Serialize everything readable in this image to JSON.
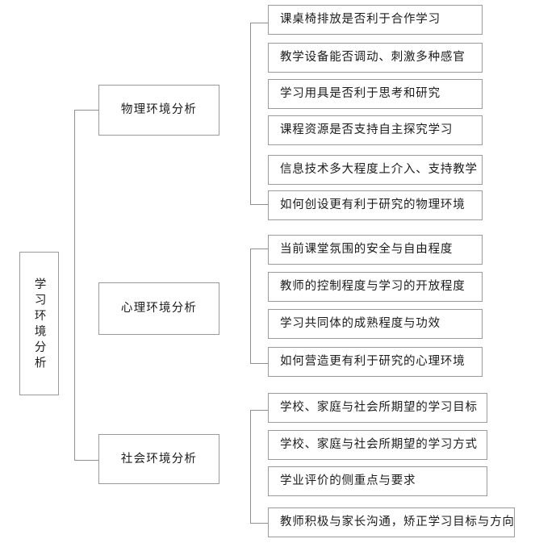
{
  "diagram": {
    "type": "tree-mindmap",
    "title": "学习环境分析",
    "root": {
      "label": "学习环境分析",
      "orientation": "vertical"
    },
    "branches": [
      {
        "label": "物理环境分析",
        "leaves": [
          "课桌椅排放是否利于合作学习",
          "教学设备能否调动、刺激多种感官",
          "学习用具是否利于思考和研究",
          "课程资源是否支持自主探究学习",
          "信息技术多大程度上介入、支持教学",
          "如何创设更有利于研究的物理环境"
        ]
      },
      {
        "label": "心理环境分析",
        "leaves": [
          "当前课堂氛围的安全与自由程度",
          "教师的控制程度与学习的开放程度",
          "学习共同体的成熟程度与功效",
          "如何营造更有利于研究的心理环境"
        ]
      },
      {
        "label": "社会环境分析",
        "leaves": [
          "学校、家庭与社会所期望的学习目标",
          "学校、家庭与社会所期望的学习方式",
          "学业评价的侧重点与要求",
          "教师积极与家长沟通，矫正学习目标与方向"
        ]
      }
    ],
    "colors": {
      "border": "#9a9a9a",
      "connector": "#8f8f8f",
      "text": "#1c1c1c",
      "background": "#ffffff"
    }
  }
}
